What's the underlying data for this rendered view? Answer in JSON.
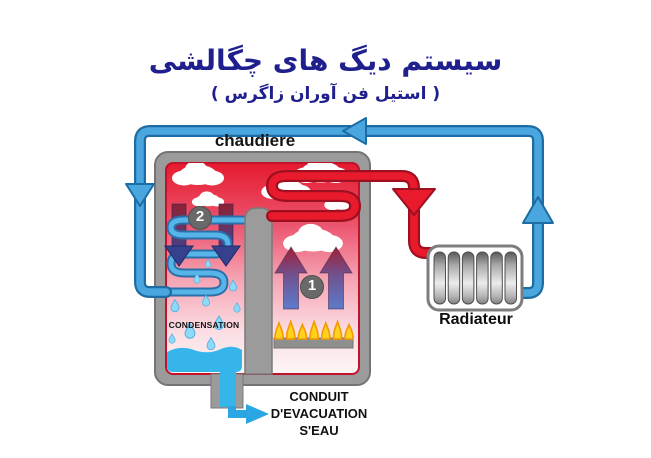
{
  "title": {
    "line1": "سیستم دیگ های چگالشی",
    "line2": "( استیل فن آوران زاگرس )"
  },
  "boiler": {
    "label": "chaudiere",
    "condensation_label": "CONDENSATION",
    "step_flue": "1",
    "step_condense": "2"
  },
  "radiator": {
    "label": "Radiateur"
  },
  "drain": {
    "line1": "CONDUIT",
    "line2": "D'EVACUATION",
    "line3": "S'EAU"
  },
  "colors": {
    "title_text": "#201f8e",
    "hot_pipe": "#e81a2c",
    "hot_pipe_outline": "#9e1020",
    "cold_pipe": "#4aa6de",
    "cold_pipe_outline": "#1d6ca3",
    "water": "#35b5ea",
    "flame": "#ffd21e",
    "flame_outline": "#f29a00",
    "frame_gray": "#9b9b9b",
    "background": "#ffffff"
  }
}
